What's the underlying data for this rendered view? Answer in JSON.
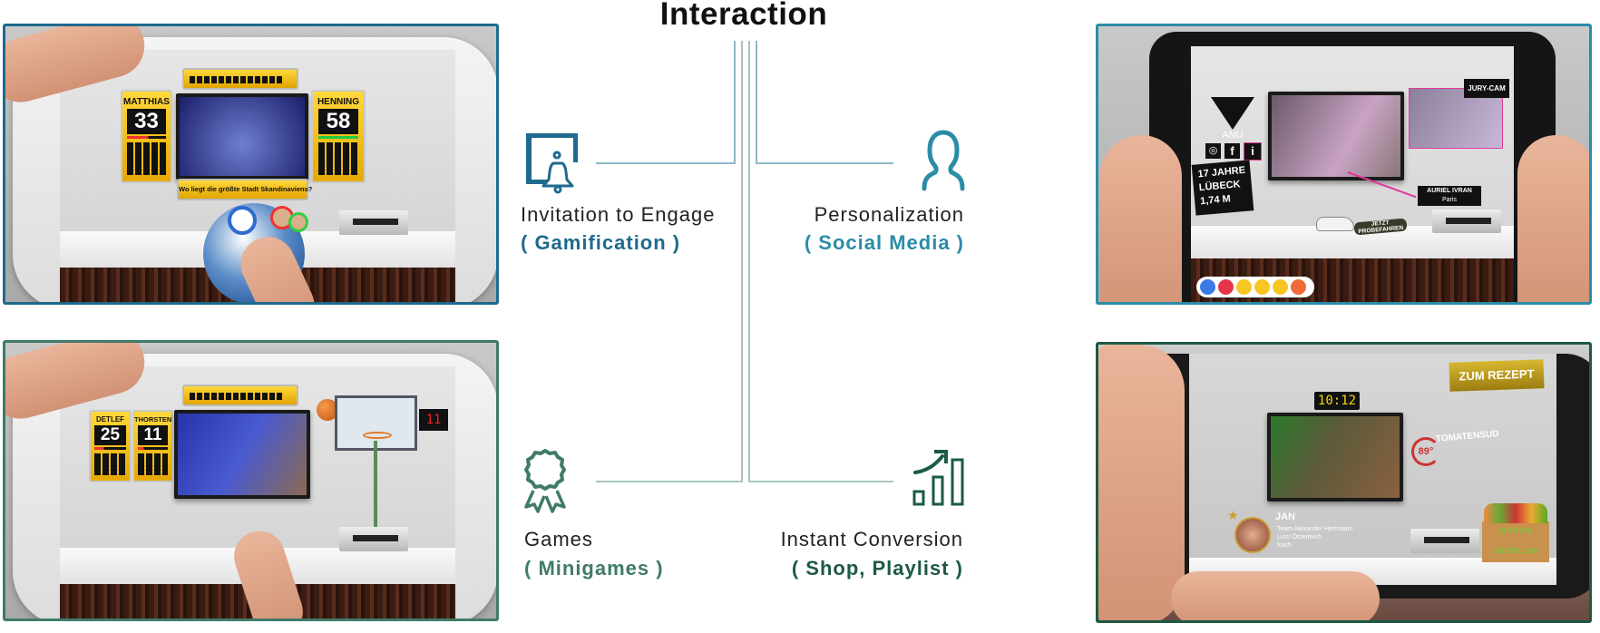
{
  "title": "Interaction",
  "colors": {
    "gamification": "#1f6a8e",
    "social": "#2a8ca8",
    "games": "#3f7b68",
    "conversion": "#1d5a43",
    "line_blue": "#8fb8c8",
    "line_green": "#a6c6ba"
  },
  "features": {
    "invitation": {
      "label": "Invitation to Engage",
      "sub": "( Gamification )",
      "icon": "bell-screen-icon"
    },
    "personalization": {
      "label": "Personalization",
      "sub": "( Social Media )",
      "icon": "person-icon"
    },
    "games": {
      "label": "Games",
      "sub": "( Minigames )",
      "icon": "award-icon"
    },
    "conversion": {
      "label": "Instant Conversion",
      "sub": "( Shop, Playlist )",
      "icon": "growth-chart-icon"
    }
  },
  "panels": {
    "quiz": {
      "player1": "MATTHIAS",
      "score1": "33",
      "player2": "HENNING",
      "score2": "58",
      "question": "Wo liegt die größte Stadt Skandinaviens?"
    },
    "social": {
      "name": "ANU",
      "info": [
        "17 JAHRE",
        "LÜBECK",
        "1,74 M"
      ],
      "jury": "JURY-CAM",
      "designer": "AURIEL IVRAN",
      "designer_city": "Paris",
      "ad": "JETZT PROBEFAHREN"
    },
    "minigame": {
      "player1": "DETLEF",
      "score1": "25",
      "player2": "THORSTEN",
      "score2": "11",
      "shot_counter": "11"
    },
    "cooking": {
      "recipe_button": "ZUM REZEPT",
      "clock": "10:12",
      "temp": "89°",
      "dish": "TOMATENSUD",
      "chef": "JAN",
      "chef_team": "Team Alexander Herrmann",
      "chef_city": "Linz/ Österreich",
      "chef_role": "Koch",
      "order_line1": "ZUTATEN",
      "order_line2": "BESTELLEN"
    }
  }
}
